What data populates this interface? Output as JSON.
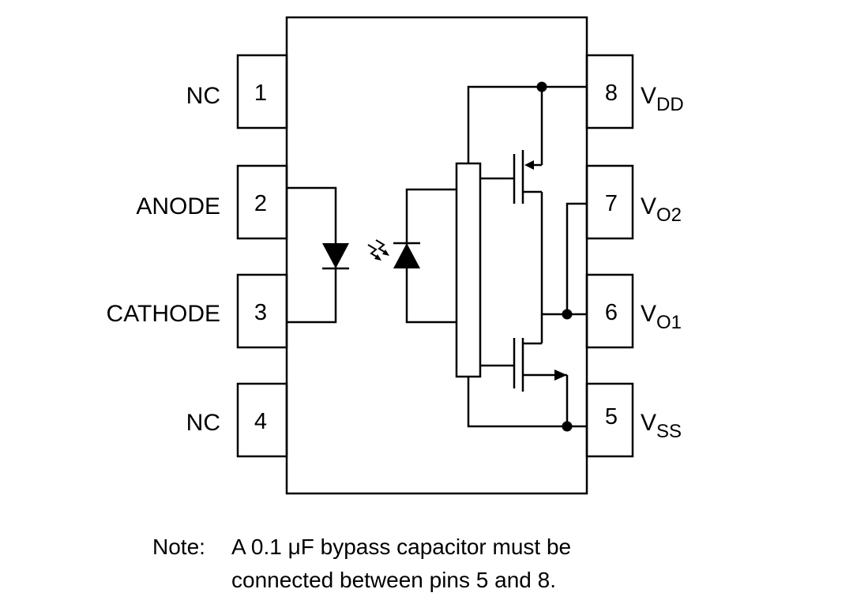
{
  "pins": {
    "left": [
      {
        "number": "1",
        "name": "NC"
      },
      {
        "number": "2",
        "name": "ANODE"
      },
      {
        "number": "3",
        "name": "CATHODE"
      },
      {
        "number": "4",
        "name": "NC"
      }
    ],
    "right": [
      {
        "number": "8",
        "name": "V",
        "sub": "DD"
      },
      {
        "number": "7",
        "name": "V",
        "sub": "O2"
      },
      {
        "number": "6",
        "name": "V",
        "sub": "O1"
      },
      {
        "number": "5",
        "name": "V",
        "sub": "SS"
      }
    ]
  },
  "note": {
    "label": "Note:",
    "line1": "A 0.1 μF bypass capacitor must be",
    "line2": "connected between pins 5 and 8."
  }
}
